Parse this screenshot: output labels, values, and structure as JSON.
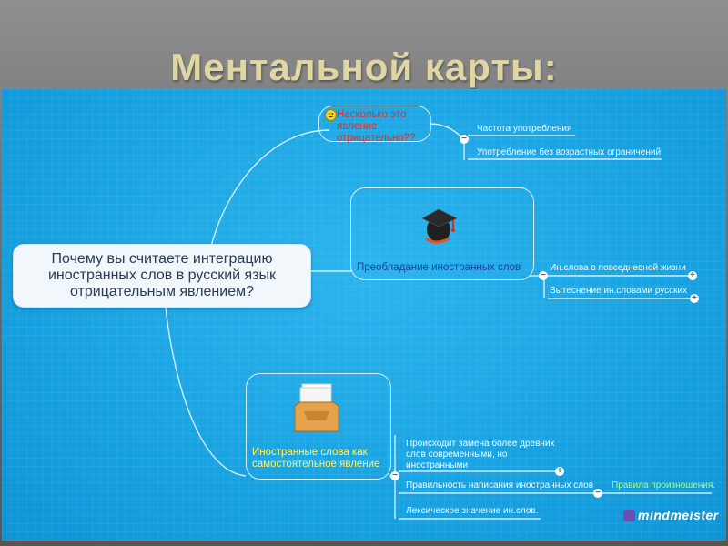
{
  "slide": {
    "title": "Ментальной карты:"
  },
  "map": {
    "central": "Почему вы считаете интеграцию иностранных слов в русский язык отрицательным явлением?",
    "branch1": {
      "title": "Насколько это явление отрицательно??",
      "children": [
        "Частота употребления",
        "Употребление без возрастных ограничений"
      ]
    },
    "branch2": {
      "title": "Преобладание иностранных слов",
      "children": [
        "Ин.слова в повседневной жизни",
        "Вытеснение ин.словами русских"
      ]
    },
    "branch3": {
      "title": "Иностранные слова как самостоятельное явление",
      "children": [
        "Происходит замена более древних слов современными, но иностранными",
        "Правильность написания иностранных слов",
        "Лексическое значение ин.слов."
      ],
      "sub": "Правила произношения."
    }
  },
  "brand": {
    "logo": "mindmeister"
  },
  "icons": {
    "branch1": "smiley-icon",
    "branch2": "graduation-cap-icon",
    "branch3": "document-tray-icon"
  },
  "colors": {
    "background": "#1aa3e2",
    "branch_title_red": "#e03020",
    "branch_title_blue": "#1a3fa0",
    "branch_title_yellow": "#fff56a",
    "sub_green": "#a8ff7a"
  }
}
